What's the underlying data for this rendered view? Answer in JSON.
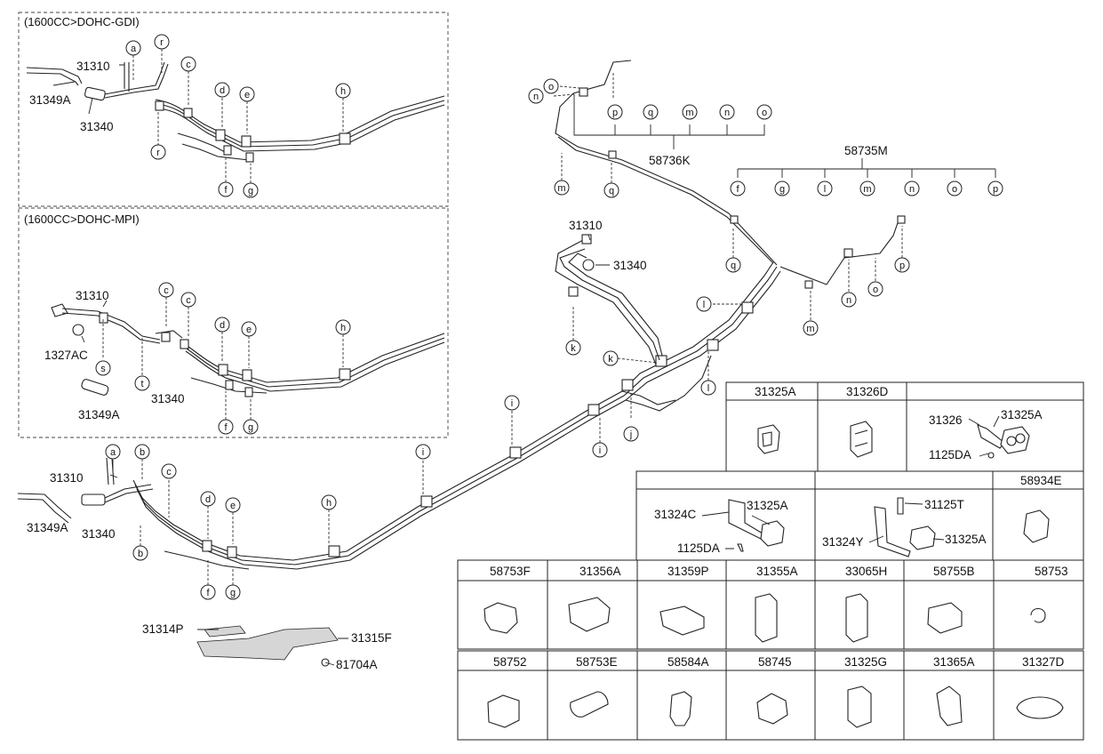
{
  "sections": {
    "gdi_title": "(1600CC>DOHC-GDI)",
    "mpi_title": "(1600CC>DOHC-MPI)"
  },
  "part_numbers": {
    "p31310": "31310",
    "p31340": "31340",
    "p31349A": "31349A",
    "p1327AC": "1327AC",
    "p58736K": "58736K",
    "p58735M": "58735M",
    "p31314P": "31314P",
    "p31315F": "31315F",
    "p81704A": "81704A"
  },
  "callouts": [
    "a",
    "b",
    "c",
    "d",
    "e",
    "f",
    "g",
    "h",
    "i",
    "j",
    "k",
    "l",
    "m",
    "n",
    "o",
    "p",
    "q",
    "r",
    "s",
    "t"
  ],
  "legend": {
    "a": "31325A",
    "b": "31326D",
    "c": "",
    "c_parts": {
      "p1": "31326",
      "p2": "31325A",
      "p3": "1125DA"
    },
    "d_parts": {
      "p1": "31324C",
      "p2": "31325A",
      "p3": "1125DA"
    },
    "e_parts": {
      "p1": "31125T",
      "p2": "31324Y",
      "p3": "31325A"
    },
    "f": "58934E",
    "g": "58753F",
    "h": "31356A",
    "i": "31359P",
    "j": "31355A",
    "k": "33065H",
    "l": "58755B",
    "m": "58753",
    "n": "58752",
    "o": "58753E",
    "p": "58584A",
    "q": "58745",
    "r": "31325G",
    "s": "31365A",
    "t": "31327D"
  }
}
